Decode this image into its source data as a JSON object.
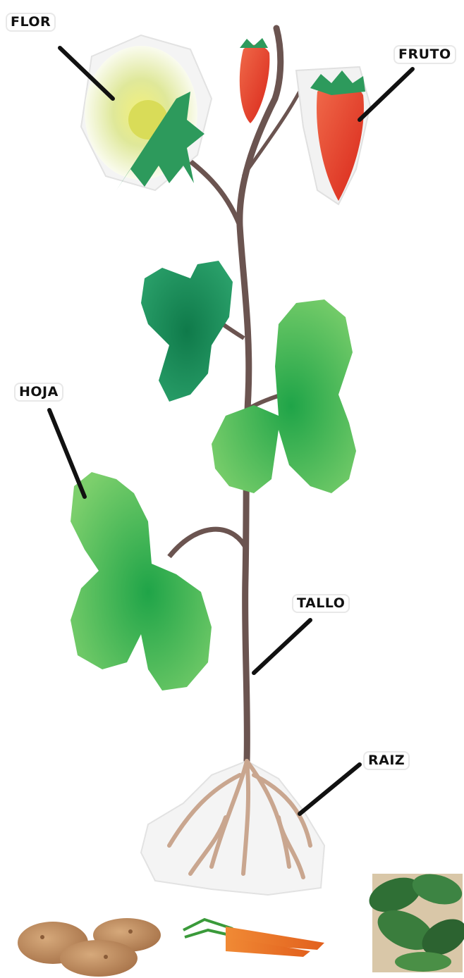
{
  "labels": {
    "flor": "FLOR",
    "fruto": "FRUTO",
    "hoja": "HOJA",
    "tallo": "TALLO",
    "raiz": "RAIZ"
  },
  "colors": {
    "stem": "#6b5450",
    "leaf_dark": "#1f8f5a",
    "leaf_light": "#6fc56a",
    "fruit": "#e8412c",
    "flower_center": "#e3e35a",
    "root": "#c9a68f",
    "carrot": "#ef7a2a",
    "potato": "#b98a60"
  }
}
